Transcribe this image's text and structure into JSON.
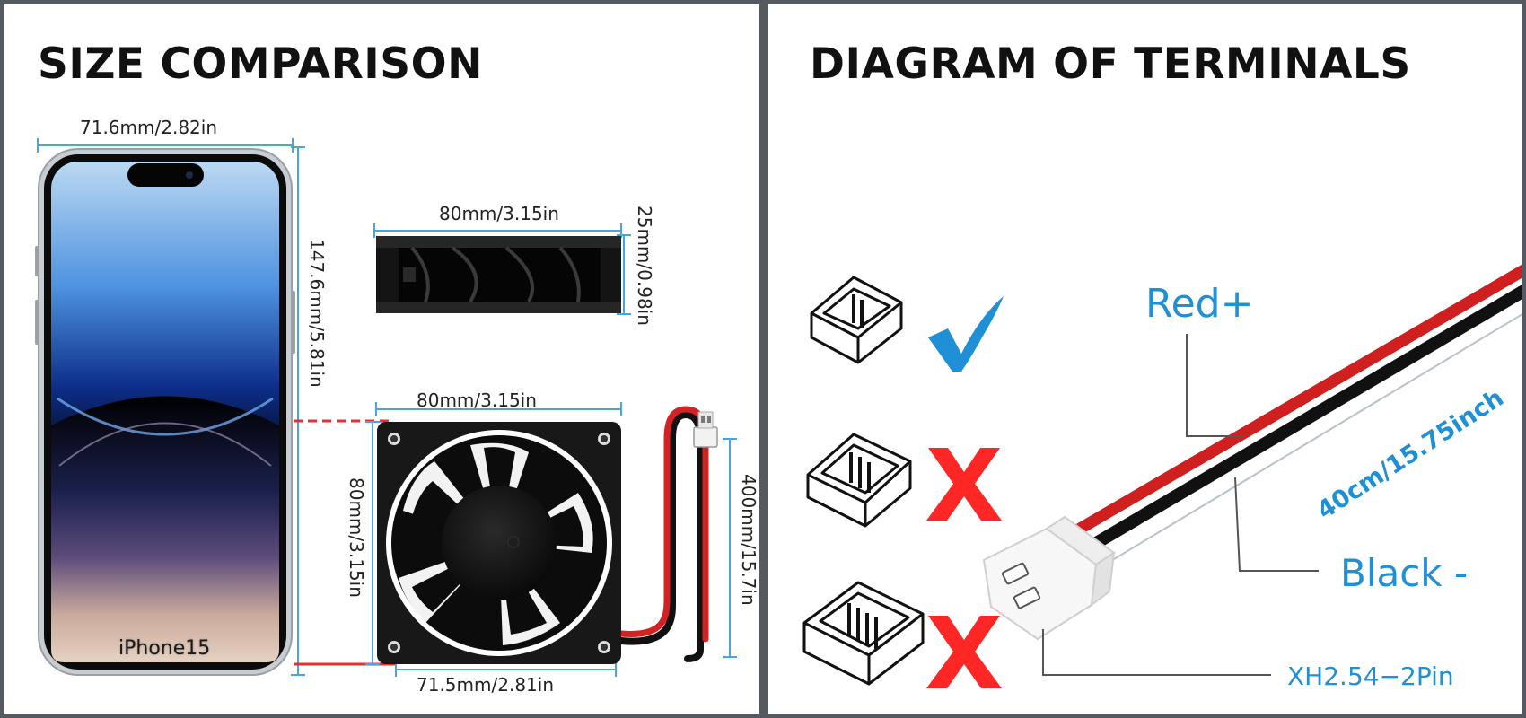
{
  "left_panel": {
    "title": "SIZE COMPARISON",
    "phone": {
      "label": "iPhone15",
      "width_label": "71.6mm/2.82in",
      "height_label": "147.6mm/5.81in"
    },
    "fan_side": {
      "width_label": "80mm/3.15in",
      "thickness_label": "25mm/0.98in"
    },
    "fan_front": {
      "width_label": "80mm/3.15in",
      "height_label": "80mm/3.15in",
      "hole_spacing_label": "71.5mm/2.81in",
      "cable_label": "400mm/15.7in"
    }
  },
  "right_panel": {
    "title": "DIAGRAM OF TERMINALS",
    "red_label": "Red+",
    "black_label": "Black -",
    "connector_label": "XH2.54−2Pin",
    "wire_length_label": "40cm/15.75inch",
    "connectors": [
      {
        "pins": 2,
        "status": "correct",
        "icon": "check-icon"
      },
      {
        "pins": 3,
        "status": "incorrect",
        "icon": "x-icon"
      },
      {
        "pins": 4,
        "status": "incorrect",
        "icon": "x-icon"
      }
    ]
  },
  "colors": {
    "accent_blue": "#1f8fd6",
    "dimension_blue": "#4aa3e6",
    "wire_red": "#d42222",
    "x_red": "#ff2626",
    "border_gray": "#555a60"
  }
}
